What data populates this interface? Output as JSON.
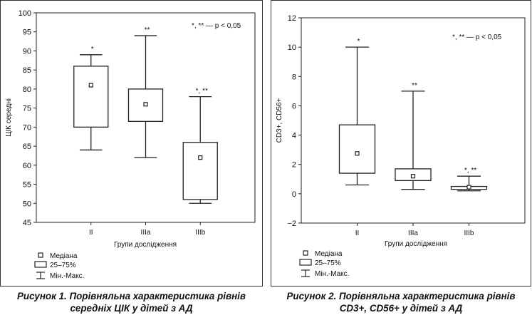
{
  "chart_data": [
    {
      "type": "boxplot",
      "ylabel": "ЦІК середні",
      "xlabel": "Групи дослідження",
      "ylim": [
        45,
        100
      ],
      "yticks": [
        45,
        50,
        55,
        60,
        65,
        70,
        75,
        80,
        85,
        90,
        95,
        100
      ],
      "annotation": "*, ** — p < 0,05",
      "categories": [
        "II",
        "IIIa",
        "IIIb"
      ],
      "boxes": [
        {
          "label": "II",
          "min": 64,
          "q1": 70,
          "median": 81,
          "q3": 86,
          "max": 89,
          "mark": "*"
        },
        {
          "label": "IIIa",
          "min": 62,
          "q1": 71.5,
          "median": 76,
          "q3": 80,
          "max": 94,
          "mark": "**"
        },
        {
          "label": "IIIb",
          "min": 50,
          "q1": 51,
          "median": 62,
          "q3": 66,
          "max": 78,
          "mark": "*, **"
        }
      ],
      "legend": {
        "median": "Медіана",
        "box": "25–75%",
        "whisker": "Мін.-Макс."
      }
    },
    {
      "type": "boxplot",
      "ylabel": "CD3+, CD56+",
      "xlabel": "Групи дослідження",
      "ylim": [
        -2,
        12
      ],
      "yticks": [
        -2,
        0,
        2,
        4,
        6,
        8,
        10,
        12
      ],
      "annotation": "*, ** — p < 0,05",
      "categories": [
        "II",
        "IIIa",
        "IIIb"
      ],
      "boxes": [
        {
          "label": "II",
          "min": 0.6,
          "q1": 1.4,
          "median": 2.75,
          "q3": 4.7,
          "max": 10,
          "mark": "*"
        },
        {
          "label": "IIIa",
          "min": 0.3,
          "q1": 0.9,
          "median": 1.2,
          "q3": 1.7,
          "max": 7,
          "mark": "**"
        },
        {
          "label": "IIIb",
          "min": 0.2,
          "q1": 0.3,
          "median": 0.45,
          "q3": 0.5,
          "max": 1.2,
          "mark": "*, **"
        }
      ],
      "legend": {
        "median": "Медіана",
        "box": "25–75%",
        "whisker": "Мін.-Макс."
      }
    }
  ],
  "captions": [
    {
      "line1": "Рисунок 1. Порівняльна характеристика рівнів",
      "line2": "середніх ЦІК у дітей з АД"
    },
    {
      "line1": "Рисунок 2. Порівняльна характеристика рівнів",
      "line2": "CD3+, CD56+ у дітей з АД"
    }
  ]
}
